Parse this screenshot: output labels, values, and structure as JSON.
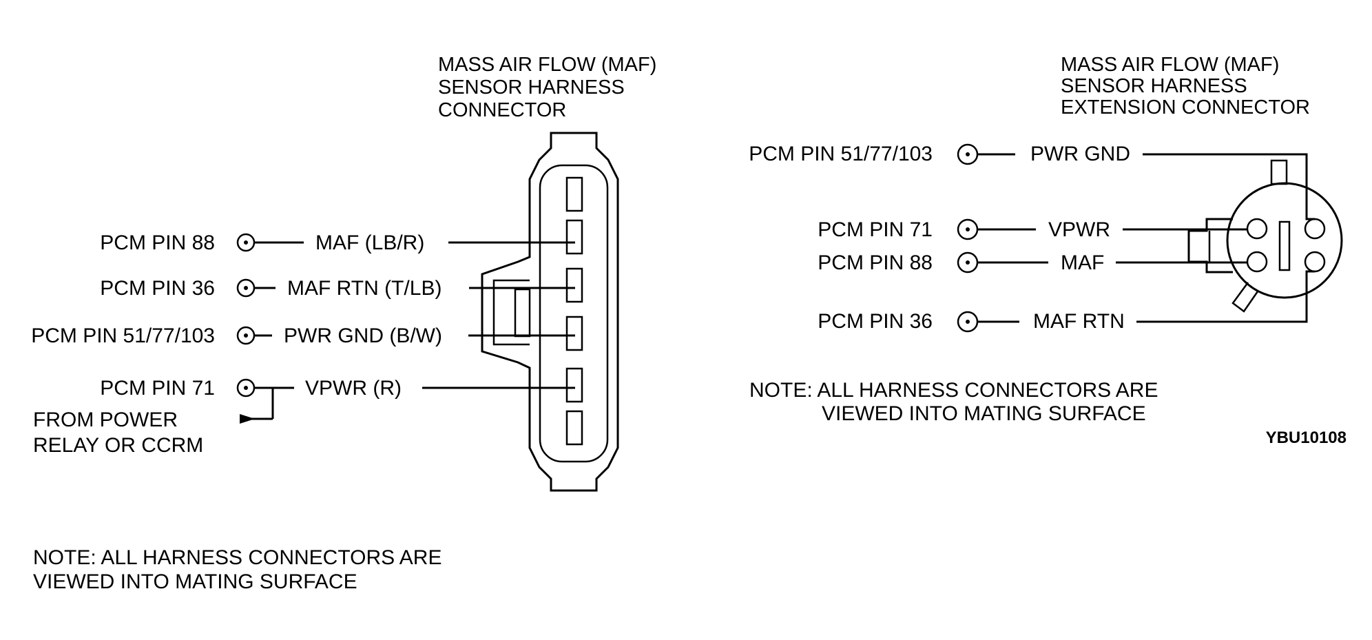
{
  "left_connector": {
    "title_lines": [
      "MASS AIR FLOW (MAF)",
      "SENSOR HARNESS",
      "CONNECTOR"
    ],
    "pins": [
      {
        "pcm": "PCM PIN 88",
        "signal": "MAF (LB/R)"
      },
      {
        "pcm": "PCM PIN 36",
        "signal": "MAF RTN (T/LB)"
      },
      {
        "pcm": "PCM PIN 51/77/103",
        "signal": "PWR GND (B/W)"
      },
      {
        "pcm": "PCM PIN 71",
        "signal": "VPWR (R)"
      }
    ],
    "power_source_lines": [
      "FROM POWER",
      "RELAY OR CCRM"
    ],
    "note_lines": [
      "NOTE: ALL HARNESS CONNECTORS ARE",
      "VIEWED INTO MATING SURFACE"
    ]
  },
  "right_connector": {
    "title_lines": [
      "MASS AIR FLOW (MAF)",
      "SENSOR HARNESS",
      "EXTENSION CONNECTOR"
    ],
    "pins": [
      {
        "pcm": "PCM PIN 51/77/103",
        "signal": "PWR GND"
      },
      {
        "pcm": "PCM PIN 71",
        "signal": "VPWR"
      },
      {
        "pcm": "PCM PIN 88",
        "signal": "MAF"
      },
      {
        "pcm": "PCM PIN 36",
        "signal": "MAF RTN"
      }
    ],
    "note_lines": [
      "NOTE: ALL HARNESS CONNECTORS ARE",
      "VIEWED INTO MATING SURFACE"
    ]
  },
  "figure_id": "YBU10108"
}
